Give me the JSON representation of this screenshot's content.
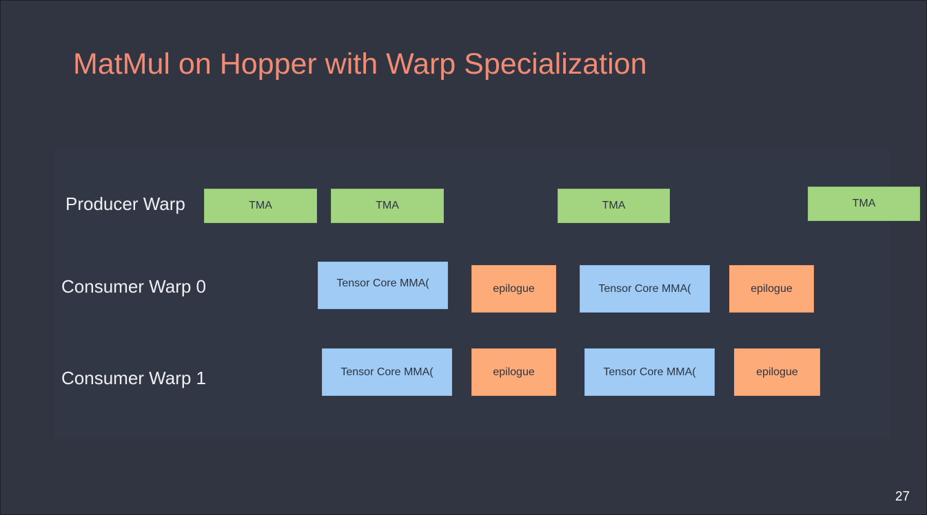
{
  "slide": {
    "title": "MatMul on Hopper with Warp Specialization",
    "page_number": "27"
  },
  "rows": {
    "producer": {
      "label": "Producer Warp",
      "blocks": [
        "TMA",
        "TMA",
        "TMA",
        "TMA"
      ]
    },
    "consumer0": {
      "label": "Consumer Warp 0",
      "blocks": [
        "Tensor Core MMA(",
        "epilogue",
        "Tensor Core MMA(",
        "epilogue"
      ]
    },
    "consumer1": {
      "label": "Consumer Warp 1",
      "blocks": [
        "Tensor Core MMA(",
        "epilogue",
        "Tensor Core MMA(",
        "epilogue"
      ]
    }
  },
  "colors": {
    "background": "#303541",
    "title": "#f28b74",
    "tma": "#a3d47f",
    "tensor_core_mma": "#9fcbf5",
    "epilogue": "#fdab79"
  }
}
